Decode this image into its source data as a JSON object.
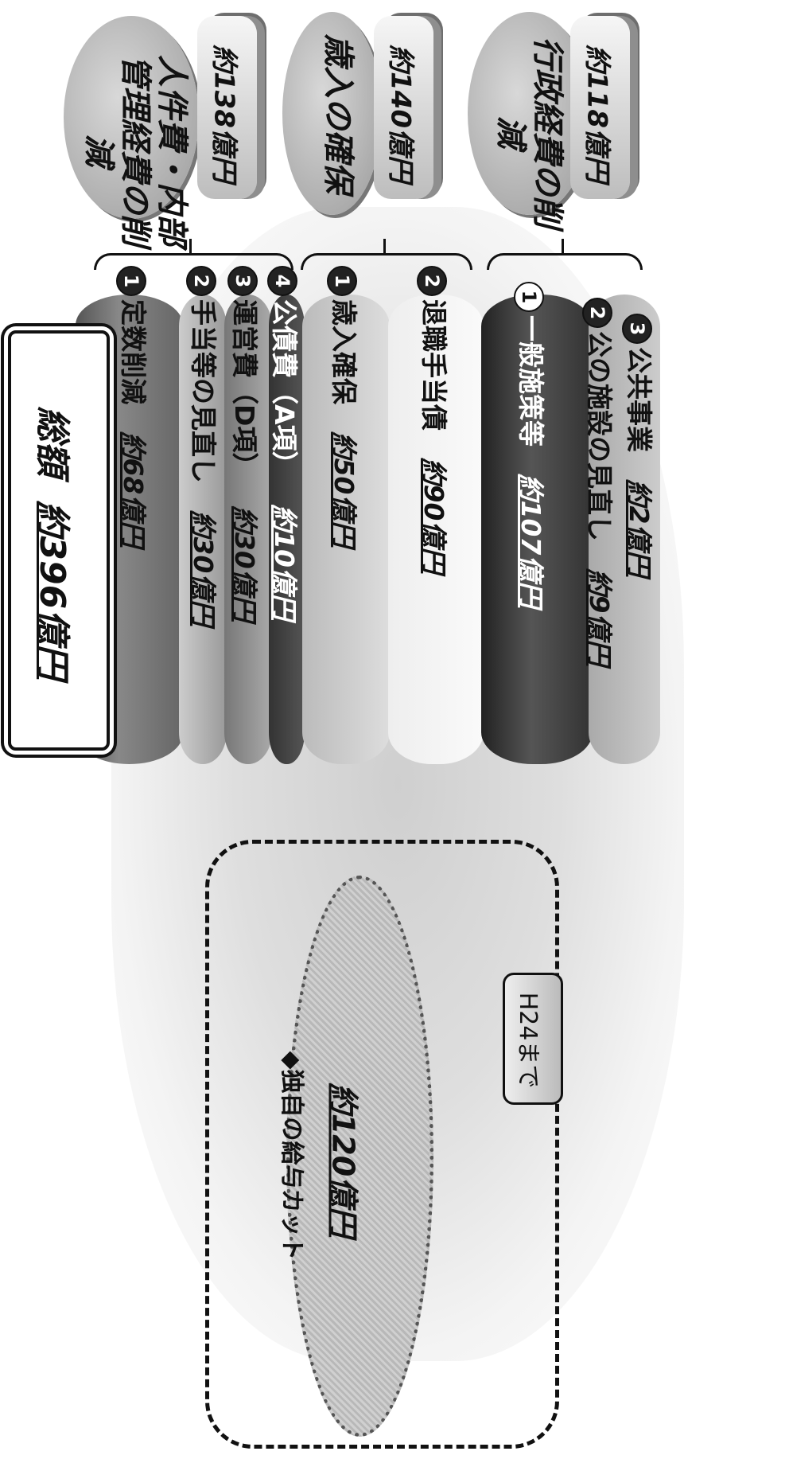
{
  "total": {
    "label": "総額",
    "amount": "約396億円"
  },
  "groups": [
    {
      "title": "人件費・内部管理経費の削減",
      "amount": "約138億円"
    },
    {
      "title": "歳入の確保",
      "amount": "約140億円"
    },
    {
      "title": "行政経費の削減",
      "amount": "約118億円"
    }
  ],
  "items": [
    {
      "num": "1",
      "label": "定数削減",
      "amount": "約68億円"
    },
    {
      "num": "2",
      "label": "手当等の見直し",
      "amount": "約30億円"
    },
    {
      "num": "3",
      "label": "運営費（D項）",
      "amount": "約30億円"
    },
    {
      "num": "4",
      "label": "公債費（A項）",
      "amount": "約10億円"
    },
    {
      "num": "1",
      "label": "歳入確保",
      "amount": "約50億円"
    },
    {
      "num": "2",
      "label": "退職手当債",
      "amount": "約90億円"
    },
    {
      "num": "1",
      "label": "一般施策等",
      "amount": "約107億円"
    },
    {
      "num": "2",
      "label": "公の施設の見直し",
      "amount": "約9億円"
    },
    {
      "num": "3",
      "label": "公共事業",
      "amount": "約2億円"
    }
  ],
  "salary_cut": {
    "label": "◆独自の給与カット",
    "amount": "約120億円"
  },
  "deadline": "H24まで"
}
